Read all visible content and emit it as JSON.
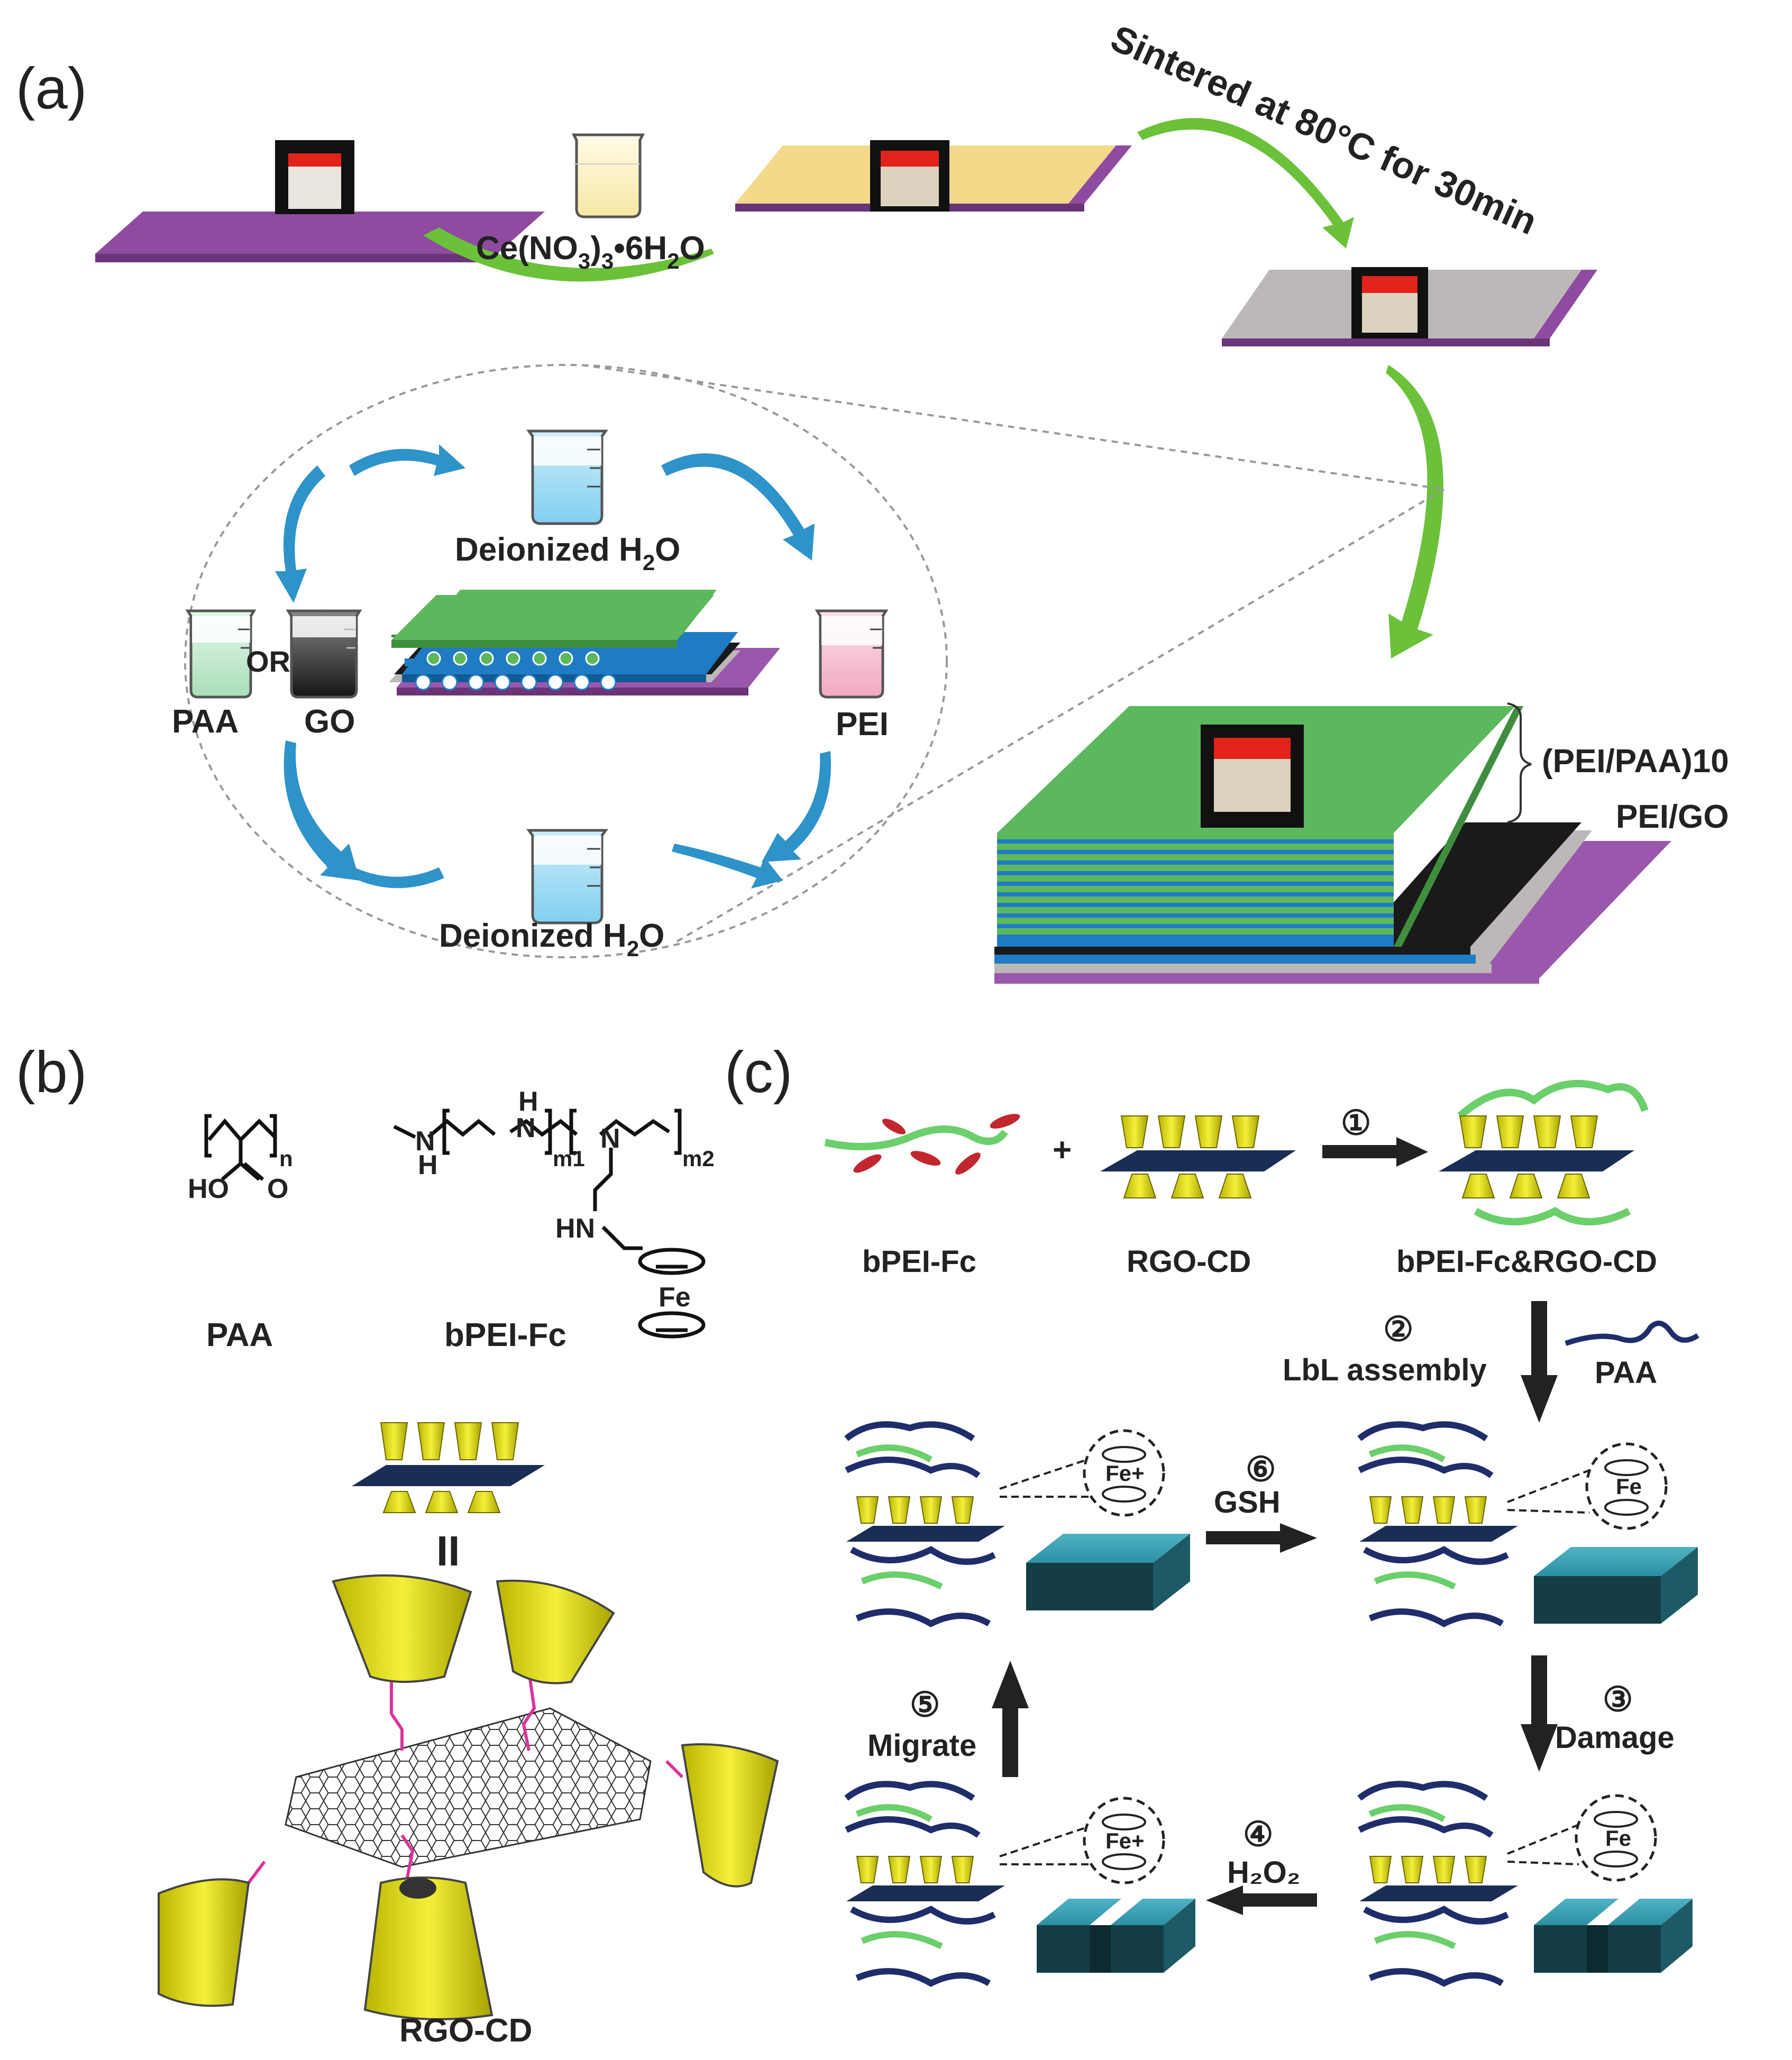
{
  "panel_a": {
    "panel_label": "(a)",
    "sinter_label": "Sintered at 80°C for 30min",
    "cerium_main": "Ce(NO",
    "cerium_sub1": "3",
    "cerium_mid": ")",
    "cerium_sub2": "3",
    "cerium_tail": "•6H",
    "cerium_sub3": "2",
    "cerium_end": "O",
    "water_top_main": "Deionized H",
    "water_top_sub": "2",
    "water_top_end": "O",
    "water_bottom_main": "Deionized H",
    "water_bottom_sub": "2",
    "water_bottom_end": "O",
    "paa_label": "PAA",
    "or_label": "OR",
    "go_label": "GO",
    "pei_label": "PEI",
    "stack_label_1": "(PEI/PAA)10",
    "stack_label_2": "PEI/GO",
    "colors": {
      "purple": "#8e4ba0",
      "yellow": "#f5d98a",
      "grey": "#bdb8b8",
      "green": "#5cb85c",
      "blue": "#1f7cc4",
      "black": "#1a1a1a",
      "arrow_blue": "#2e93c8",
      "arrow_green": "#6cc13a"
    }
  },
  "panel_b": {
    "panel_label": "(b)",
    "paa_name": "PAA",
    "bpei_name": "bPEI-Fc",
    "rgo_name": "RGO-CD",
    "equals": "II",
    "n_label": "n",
    "m1_label": "m1",
    "m2_label": "m2",
    "ho_label": "HO",
    "o_label": "O",
    "h_label": "H",
    "n_atom": "N",
    "hn_label": "HN",
    "fe_label": "Fe"
  },
  "panel_c": {
    "panel_label": "(c)",
    "bpei_fc": "bPEI-Fc",
    "rgo_cd": "RGO-CD",
    "complex": "bPEI-Fc&RGO-CD",
    "plus": "+",
    "step1": "①",
    "step2": "②",
    "step2_label": "LbL assembly",
    "paa": "PAA",
    "step3": "③",
    "step3_label": "Damage",
    "step4": "④",
    "step4_label": "H₂O₂",
    "step5": "⑤",
    "step5_label": "Migrate",
    "step6": "⑥",
    "step6_label": "GSH",
    "fe_plus": "Fe+",
    "fe": "Fe"
  }
}
